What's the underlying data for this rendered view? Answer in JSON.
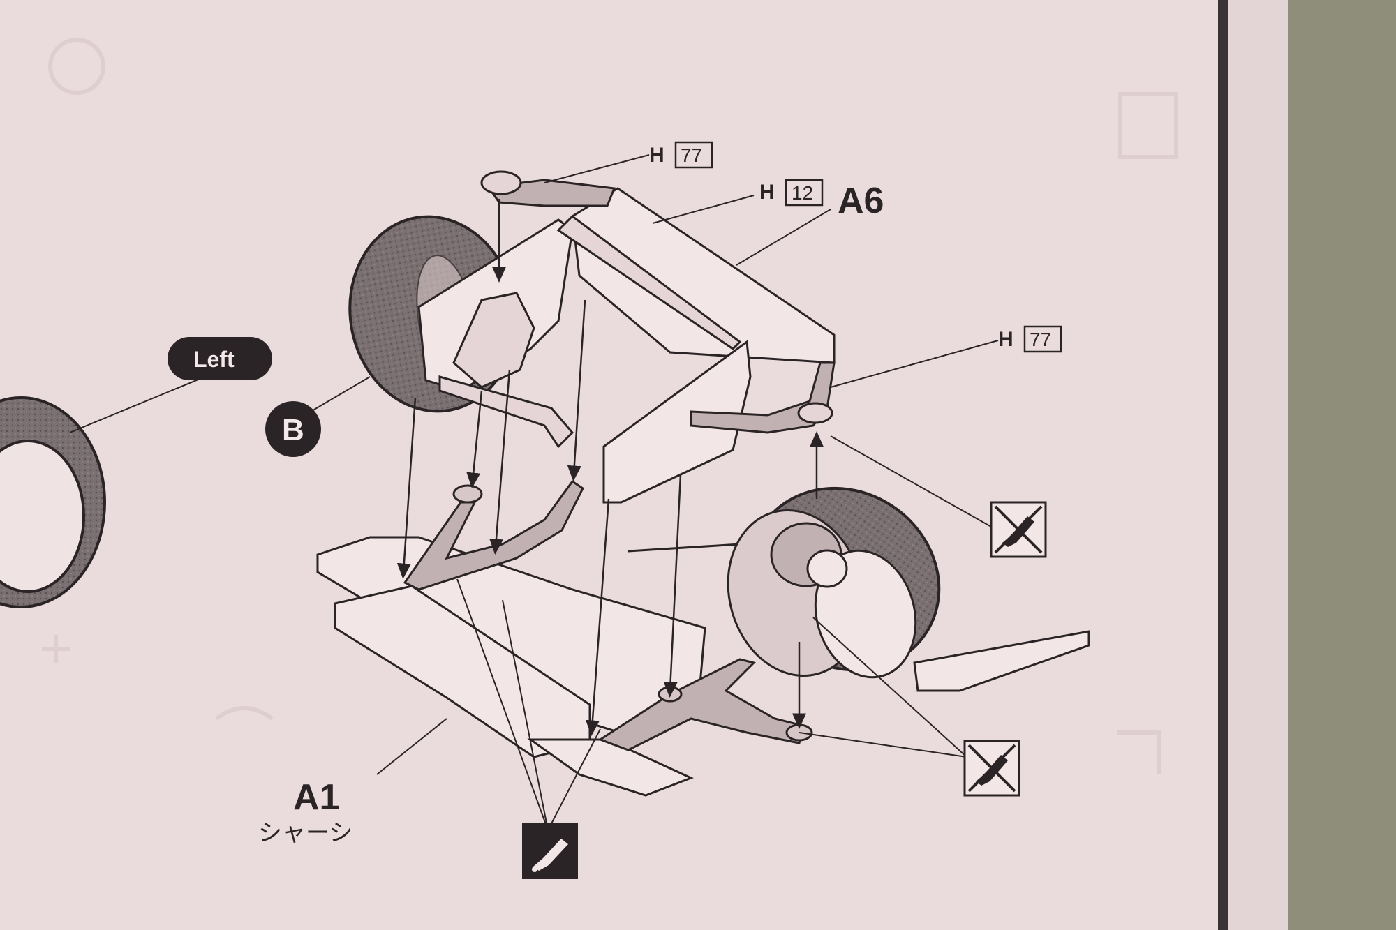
{
  "labels": {
    "h77_top": {
      "prefix": "H",
      "num": "77"
    },
    "h12": {
      "prefix": "H",
      "num": "12"
    },
    "h77_right": {
      "prefix": "H",
      "num": "77"
    },
    "a6": "A6",
    "a1": "A1",
    "a1_sub": "シャーシ",
    "left_pill": "Left",
    "b_circle": "B"
  },
  "icons": [
    "no-glue-icon",
    "no-glue-icon",
    "glue-icon"
  ],
  "colors": {
    "paper": "#eadbdc",
    "ink": "#2b2426",
    "part_fill": "#f3e6e7",
    "tire": "#6e6466",
    "border": "#3a3335",
    "desk": "#8f8e7a"
  }
}
